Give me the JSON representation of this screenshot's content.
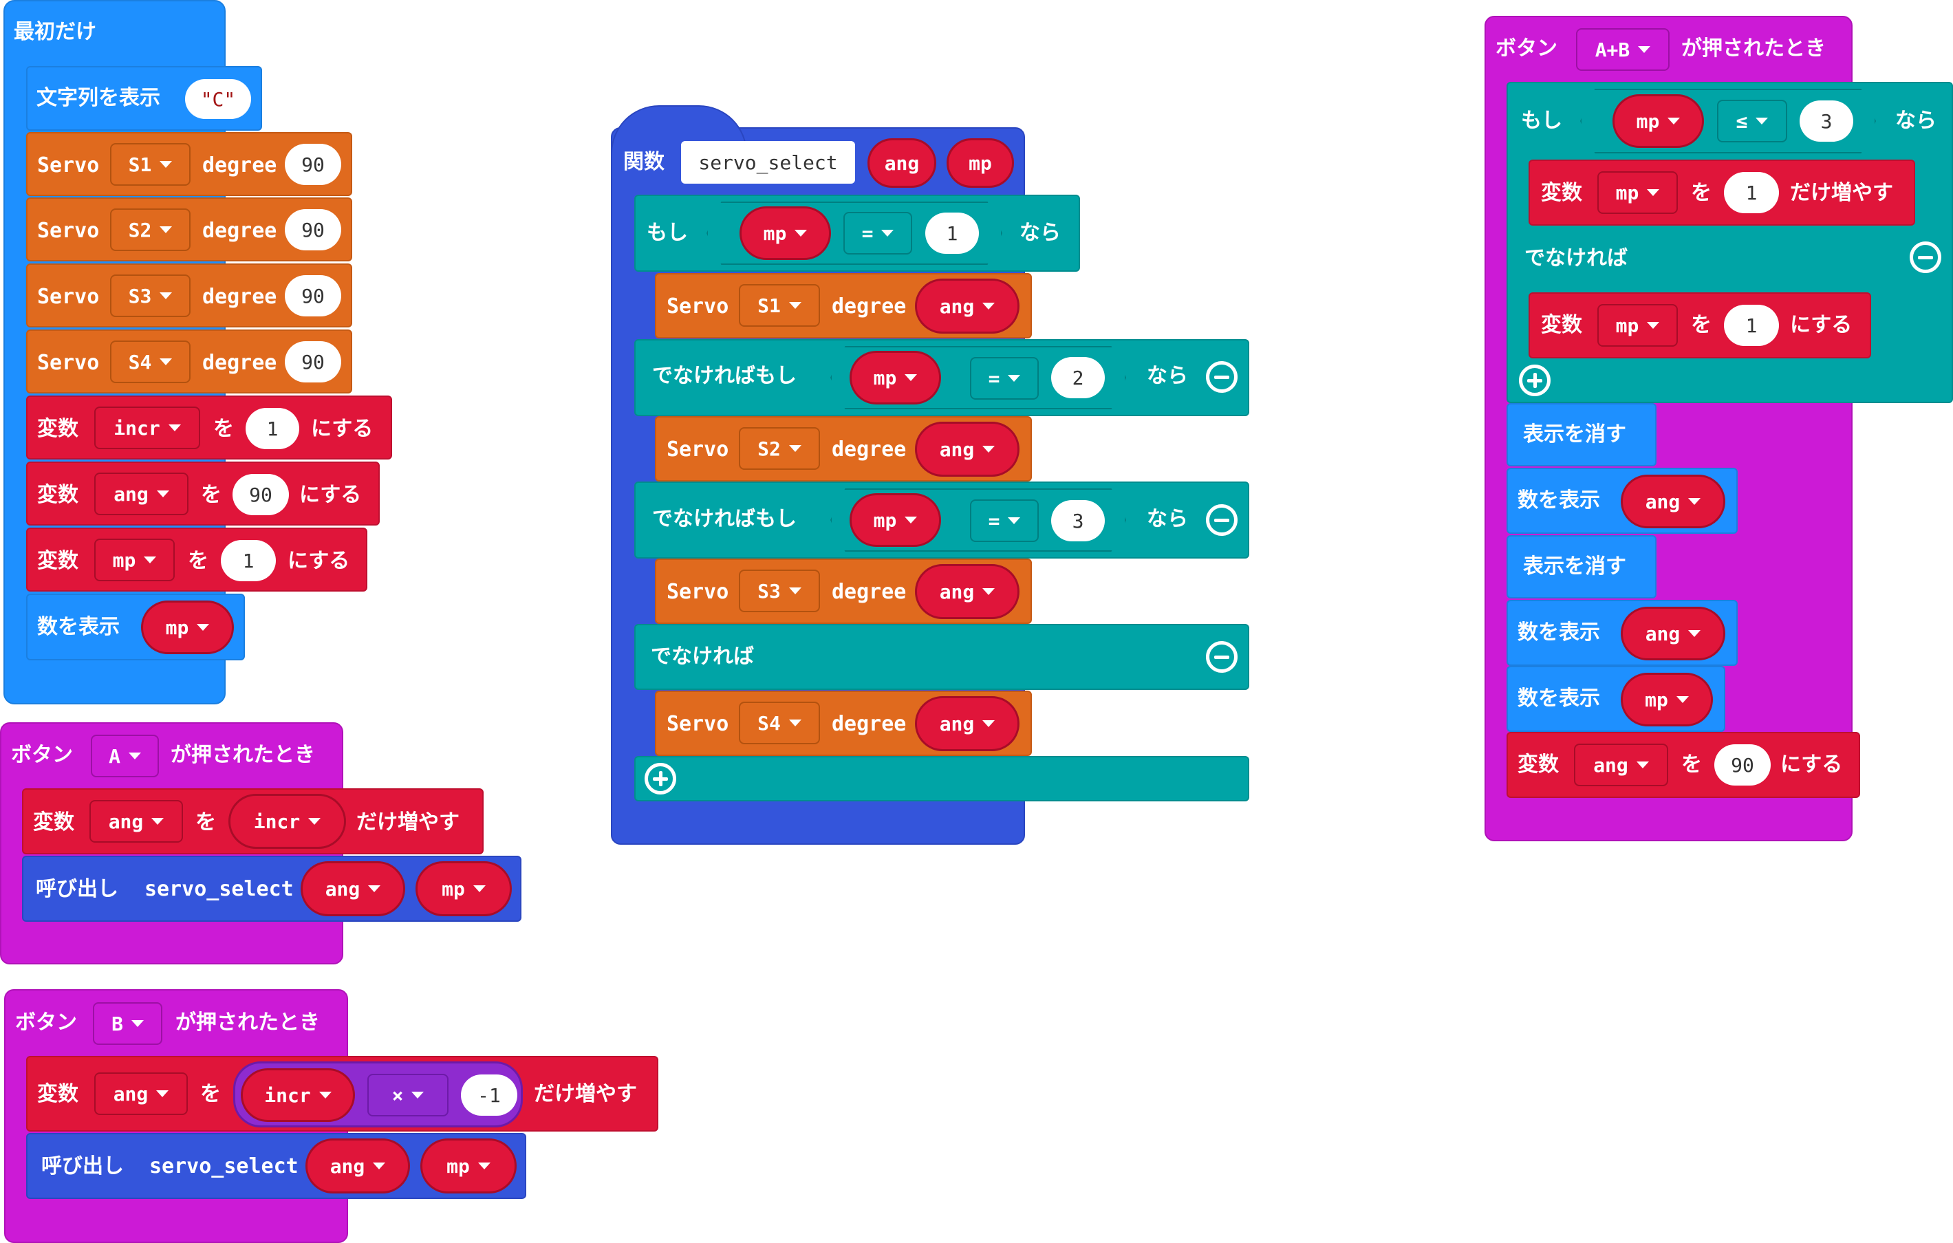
{
  "on_start": {
    "hat": "最初だけ",
    "show_string": {
      "label": "文字列を表示",
      "value": "\"C\""
    },
    "servo_rows": [
      {
        "label": "Servo",
        "pin": "S1",
        "degree_label": "degree",
        "value": "90"
      },
      {
        "label": "Servo",
        "pin": "S2",
        "degree_label": "degree",
        "value": "90"
      },
      {
        "label": "Servo",
        "pin": "S3",
        "degree_label": "degree",
        "value": "90"
      },
      {
        "label": "Servo",
        "pin": "S4",
        "degree_label": "degree",
        "value": "90"
      }
    ],
    "set_vars": [
      {
        "label": "変数",
        "var": "incr",
        "wo": "を",
        "value": "1",
        "suffix": "にする"
      },
      {
        "label": "変数",
        "var": "ang",
        "wo": "を",
        "value": "90",
        "suffix": "にする"
      },
      {
        "label": "変数",
        "var": "mp",
        "wo": "を",
        "value": "1",
        "suffix": "にする"
      }
    ],
    "show_number": {
      "label": "数を表示",
      "var": "mp"
    }
  },
  "button_a": {
    "prefix": "ボタン",
    "button": "A",
    "suffix": "が押されたとき",
    "change": {
      "label": "変数",
      "var": "ang",
      "wo": "を",
      "by_var": "incr",
      "suffix": "だけ増やす"
    },
    "call": {
      "label": "呼び出し",
      "func": "servo_select",
      "arg1": "ang",
      "arg2": "mp"
    }
  },
  "button_b": {
    "prefix": "ボタン",
    "button": "B",
    "suffix": "が押されたとき",
    "change": {
      "label": "変数",
      "var": "ang",
      "wo": "を",
      "left": "incr",
      "op": "×",
      "right": "-1",
      "suffix": "だけ増やす"
    },
    "call": {
      "label": "呼び出し",
      "func": "servo_select",
      "arg1": "ang",
      "arg2": "mp"
    }
  },
  "function": {
    "label": "関数",
    "name": "servo_select",
    "param1": "ang",
    "param2": "mp",
    "if_label": "もし",
    "then_label": "なら",
    "elseif_label": "でなければもし",
    "else_label": "でなければ",
    "conditions": [
      {
        "var": "mp",
        "op": "=",
        "value": "1"
      },
      {
        "var": "mp",
        "op": "=",
        "value": "2"
      },
      {
        "var": "mp",
        "op": "=",
        "value": "3"
      }
    ],
    "servos": [
      {
        "label": "Servo",
        "pin": "S1",
        "degree_label": "degree",
        "var": "ang"
      },
      {
        "label": "Servo",
        "pin": "S2",
        "degree_label": "degree",
        "var": "ang"
      },
      {
        "label": "Servo",
        "pin": "S3",
        "degree_label": "degree",
        "var": "ang"
      },
      {
        "label": "Servo",
        "pin": "S4",
        "degree_label": "degree",
        "var": "ang"
      }
    ]
  },
  "button_ab": {
    "prefix": "ボタン",
    "button": "A+B",
    "suffix": "が押されたとき",
    "if_label": "もし",
    "then_label": "なら",
    "else_label": "でなければ",
    "condition": {
      "var": "mp",
      "op": "≤",
      "value": "3"
    },
    "change": {
      "label": "変数",
      "var": "mp",
      "wo": "を",
      "value": "1",
      "suffix": "だけ増やす"
    },
    "set": {
      "label": "変数",
      "var": "mp",
      "wo": "を",
      "value": "1",
      "suffix": "にする"
    },
    "clear1": "表示を消す",
    "show1": {
      "label": "数を表示",
      "var": "ang"
    },
    "clear2": "表示を消す",
    "show2": {
      "label": "数を表示",
      "var": "ang"
    },
    "show3": {
      "label": "数を表示",
      "var": "mp"
    },
    "set_ang": {
      "label": "変数",
      "var": "ang",
      "wo": "を",
      "value": "90",
      "suffix": "にする"
    }
  },
  "colors": {
    "basic": "#1e90ff",
    "servo": "#e06a1e",
    "variables": "#e0153a",
    "input": "#cc1ad6",
    "functions": "#3455db",
    "logic": "#00a4a6",
    "math": "#8e2bcf"
  }
}
